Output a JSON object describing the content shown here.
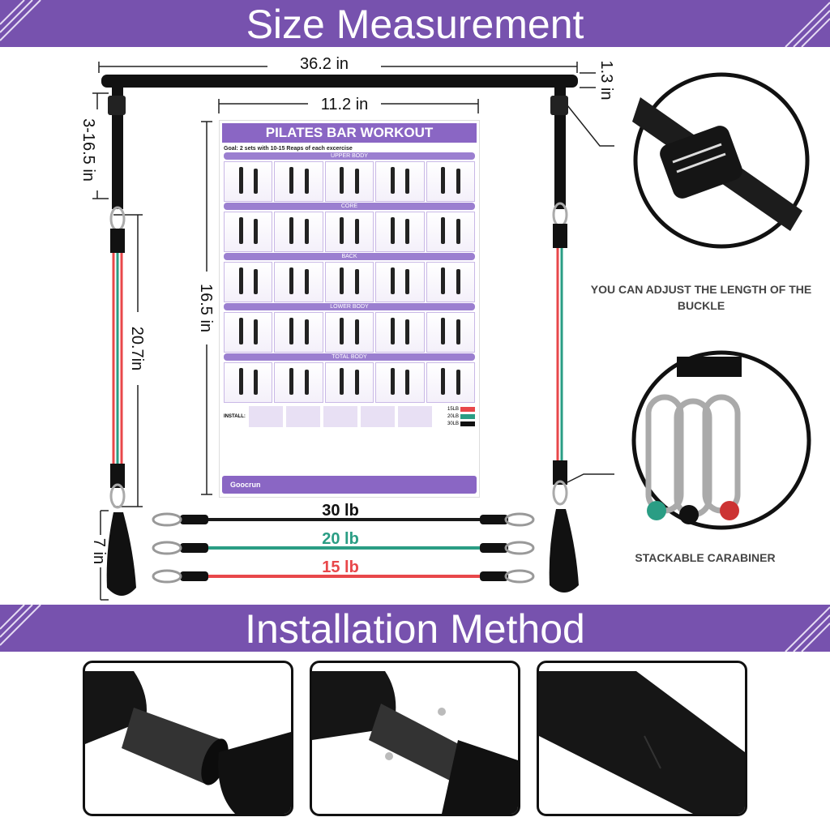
{
  "colors": {
    "banner": "#7752ae",
    "band_30": "#1a1a1a",
    "band_20": "#2a9d84",
    "band_15": "#e8474a"
  },
  "header": {
    "title": "Size Measurement"
  },
  "dimensions": {
    "bar_length": "36.2 in",
    "bar_diameter": "1.3 in",
    "strap_length": "3-16.5 in",
    "poster_width": "11.2 in",
    "poster_height": "16.5 in",
    "band_length": "20.7in",
    "handle_length": "7 in"
  },
  "poster": {
    "title": "PILATES BAR WORKOUT",
    "goal": "Goal: 2 sets with 10-15 Reaps of each excercise",
    "sections": [
      "UPPER BODY",
      "CORE",
      "BACK",
      "LOWER BODY",
      "TOTAL BODY"
    ],
    "install_label": "INSTALL:",
    "band_keys": [
      "15LB",
      "20LB",
      "30LB"
    ],
    "brand": "Goocrun"
  },
  "bands": [
    {
      "label": "30 lb",
      "color": "#1a1a1a"
    },
    {
      "label": "20 lb",
      "color": "#2a9d84"
    },
    {
      "label": "15 lb",
      "color": "#e8474a"
    }
  ],
  "callouts": {
    "buckle": "YOU CAN ADJUST THE LENGTH OF THE BUCKLE",
    "carabiner": "STACKABLE CARABINER"
  },
  "install": {
    "title": "Installation Method"
  }
}
